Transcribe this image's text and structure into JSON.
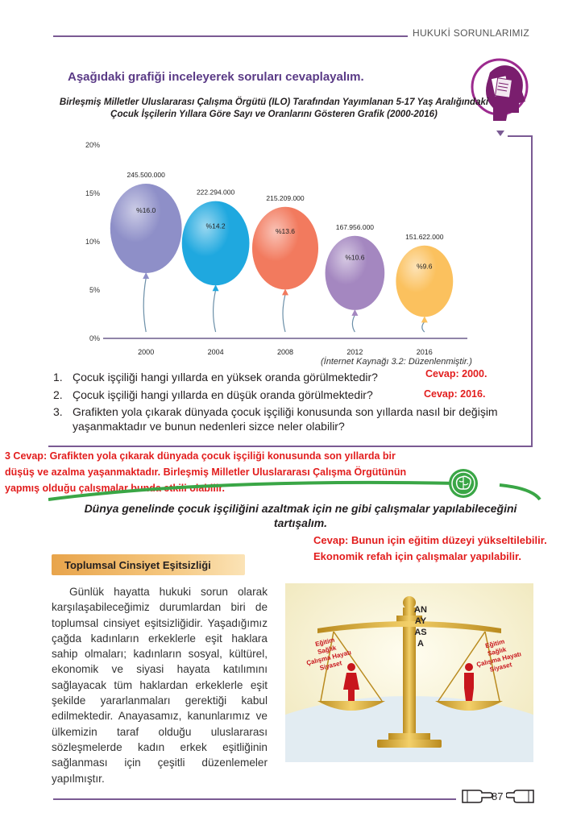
{
  "header": {
    "title": "HUKUKİ SORUNLARIMIZ"
  },
  "intro": "Aşağıdaki grafiği inceleyerek soruları cevaplayalım.",
  "icons": {
    "head": "head-documents-icon",
    "brain": "brain-icon",
    "hands": "pointing-hand-icon"
  },
  "chart_data": {
    "type": "bar",
    "title": "Birleşmiş Milletler Uluslararası Çalışma Örgütü (ILO) Tarafından Yayımlanan 5-17 Yaş Aralığındaki Çocuk İşçilerin Yıllara Göre Sayı ve Oranlarını Gösteren Grafik (2000-2016)",
    "categories": [
      "2000",
      "2004",
      "2008",
      "2012",
      "2016"
    ],
    "values": [
      16.0,
      14.2,
      13.6,
      10.6,
      9.6
    ],
    "value_labels": [
      "%16.0",
      "%14.2",
      "%13.6",
      "%10.6",
      "%9.6"
    ],
    "counts": [
      "245.500.000",
      "222.294.000",
      "215.209.000",
      "167.956.000",
      "151.622.000"
    ],
    "yticks": [
      "0%",
      "5%",
      "10%",
      "15%",
      "20%"
    ],
    "ylim": [
      0,
      20
    ],
    "colors": [
      "#8e8fc8",
      "#1fa8df",
      "#f27a5e",
      "#a487c0",
      "#fbc15e"
    ],
    "string_color": "#6b8fa8",
    "grid": false
  },
  "source": "(İnternet Kaynağı 3.2: Düzenlenmiştir.)",
  "questions": [
    {
      "num": "1.",
      "text": "Çocuk işçiliği hangi yıllarda en yüksek oranda görülmektedir?"
    },
    {
      "num": "2.",
      "text": "Çocuk işçiliği hangi yıllarda en düşük oranda görülmektedir?"
    },
    {
      "num": "3.",
      "line1": "Grafikten yola çıkarak dünyada çocuk işçiliği konusunda son yıllarda nasıl bir değişim",
      "line2": "yaşanmaktadır ve bunun nedenleri sizce neler olabilir?"
    }
  ],
  "answers": {
    "a1": "Cevap: 2000.",
    "a2": "Cevap: 2016.",
    "a3": "3 Cevap: Grafikten yola çıkarak dünyada çocuk işçiliği konusunda son yıllarda bir düşüş ve azalma yaşanmaktadır. Birleşmiş Milletler Uluslararası Çalışma Örgütünün yapmış olduğu çalışmalar bunda etkili olabilir.",
    "a4_line1": "Cevap: Bunun için eğitim düzeyi yükseltilebilir.",
    "a4_line2": "Ekonomik refah için çalışmalar yapılabilir."
  },
  "discussion": "Dünya genelinde çocuk işçiliğini azaltmak için ne gibi çalışmalar yapılabileceğini tartışalım.",
  "topic": {
    "title": "Toplumsal Cinsiyet Eşitsizliği",
    "body": "Günlük hayatta hukuki sorun olarak karşılaşabileceğimiz durumlardan biri de toplumsal cinsiyet eşitsizliğidir. Yaşadığımız çağda kadınların erkeklerle eşit haklara sahip olmaları; kadınların sosyal, kültürel, ekonomik ve siyasi hayata katılımını sağlayacak tüm haklardan erkeklerle eşit şekilde yararlanmaları gerektiği kabul edilmektedir. Anayasamız, kanunlarımız ve ülkemizin taraf olduğu uluslararası sözleşmelerde kadın erkek eşitliğinin sağlanması için çeşitli düzenlemeler yapılmıştır."
  },
  "scale": {
    "pillar_text": "ANAYASA",
    "left_list": [
      "Eğitim",
      "Sağlık",
      "Çalışma Hayatı",
      "Siyaset"
    ],
    "right_list": [
      "Eğitim",
      "Sağlık",
      "Çalışma Hayatı",
      "Siyaset"
    ]
  },
  "footer": {
    "page_number": "87"
  }
}
